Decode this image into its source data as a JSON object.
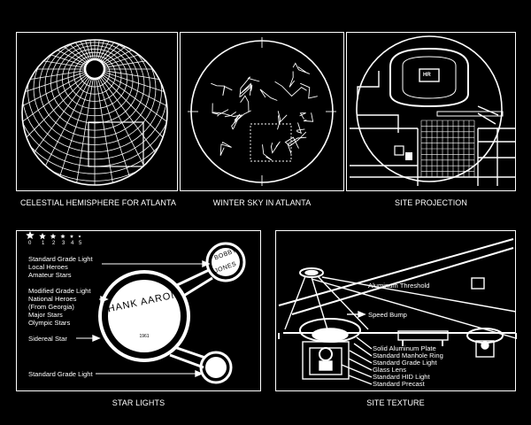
{
  "panels": {
    "celestial": {
      "caption": "CELESTIAL HEMISPHERE FOR ATLANTA"
    },
    "winter_sky": {
      "caption": "WINTER SKY IN ATLANTA"
    },
    "site_projection": {
      "caption": "SITE PROJECTION",
      "stadium_label": "HR"
    },
    "star_lights": {
      "caption": "STAR LIGHTS",
      "magnitudes": [
        "0",
        "1",
        "2",
        "3",
        "4",
        "5"
      ],
      "labels": [
        "Standard Grade Light",
        "Local Heroes",
        "Amateur Stars",
        "Modified Grade Light",
        "National Heroes",
        "(From Georgia)",
        "Major Stars",
        "Olympic Stars",
        "Sidereal Star",
        "Standard Grade Light"
      ],
      "big_star_name": "HANK AARON",
      "big_star_sub": "1961",
      "small_star_name_top": "BOBBY",
      "small_star_name_bottom": "JONES"
    },
    "site_texture": {
      "caption": "SITE TEXTURE",
      "labels": [
        "Aluminum Threshold",
        "Speed Bump",
        "Solid Aluminum Plate",
        "Standard Manhole Ring",
        "Standard Grade Light",
        "Glass Lens",
        "Standard HID Light",
        "Standard Precast"
      ]
    }
  }
}
